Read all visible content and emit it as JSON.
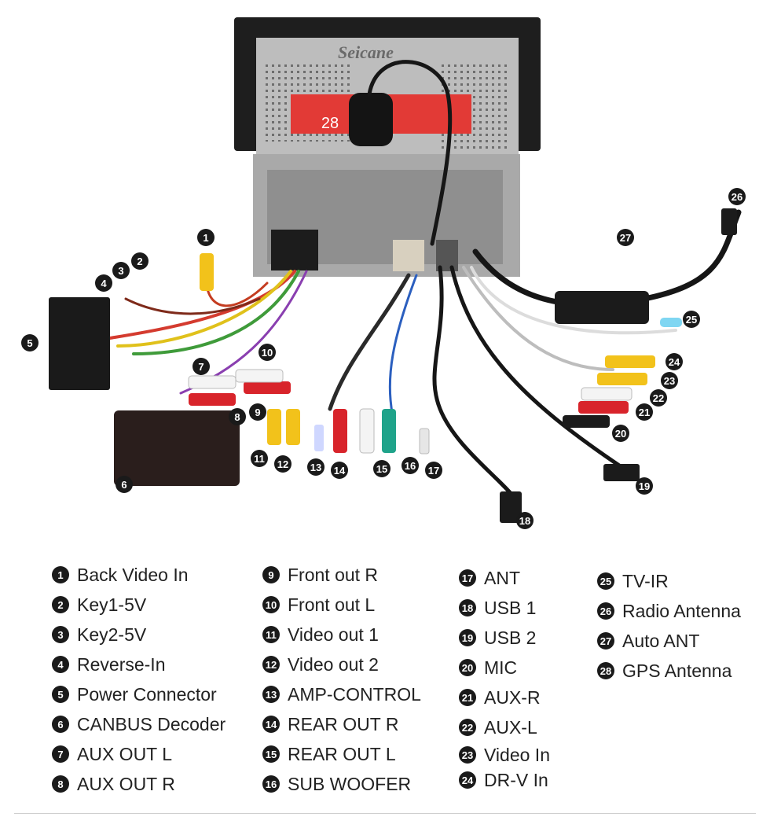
{
  "brand": "Seicane",
  "legend": {
    "col1": [
      {
        "num": "1",
        "label": "Back Video In"
      },
      {
        "num": "2",
        "label": "Key1-5V"
      },
      {
        "num": "3",
        "label": "Key2-5V"
      },
      {
        "num": "4",
        "label": "Reverse-In"
      },
      {
        "num": "5",
        "label": "Power Connector"
      },
      {
        "num": "6",
        "label": "CANBUS Decoder"
      },
      {
        "num": "7",
        "label": "AUX OUT L"
      },
      {
        "num": "8",
        "label": "AUX OUT R"
      }
    ],
    "col2": [
      {
        "num": "9",
        "label": "Front out R"
      },
      {
        "num": "10",
        "label": "Front out L"
      },
      {
        "num": "11",
        "label": "Video out 1"
      },
      {
        "num": "12",
        "label": "Video out 2"
      },
      {
        "num": "13",
        "label": "AMP-CONTROL"
      },
      {
        "num": "14",
        "label": "REAR OUT R"
      },
      {
        "num": "15",
        "label": "REAR OUT L"
      },
      {
        "num": "16",
        "label": "SUB WOOFER"
      }
    ],
    "col3": [
      {
        "num": "17",
        "label": "ANT"
      },
      {
        "num": "18",
        "label": "USB 1"
      },
      {
        "num": "19",
        "label": "USB 2"
      },
      {
        "num": "20",
        "label": "MIC"
      },
      {
        "num": "21",
        "label": "AUX-R"
      },
      {
        "num": "22",
        "label": "AUX-L"
      },
      {
        "num": "23",
        "label": "Video In"
      },
      {
        "num": "24",
        "label": "DR-V In"
      }
    ],
    "col4": [
      {
        "num": "25",
        "label": "TV-IR"
      },
      {
        "num": "26",
        "label": "Radio Antenna"
      },
      {
        "num": "27",
        "label": "Auto ANT"
      },
      {
        "num": "28",
        "label": "GPS Antenna"
      }
    ]
  },
  "colors": {
    "red": "#d8242b",
    "yellow": "#f2c21b",
    "white": "#f4f4f4",
    "green": "#1fa38a",
    "black": "#1b1b1b",
    "metal": "#c9c9c9"
  }
}
